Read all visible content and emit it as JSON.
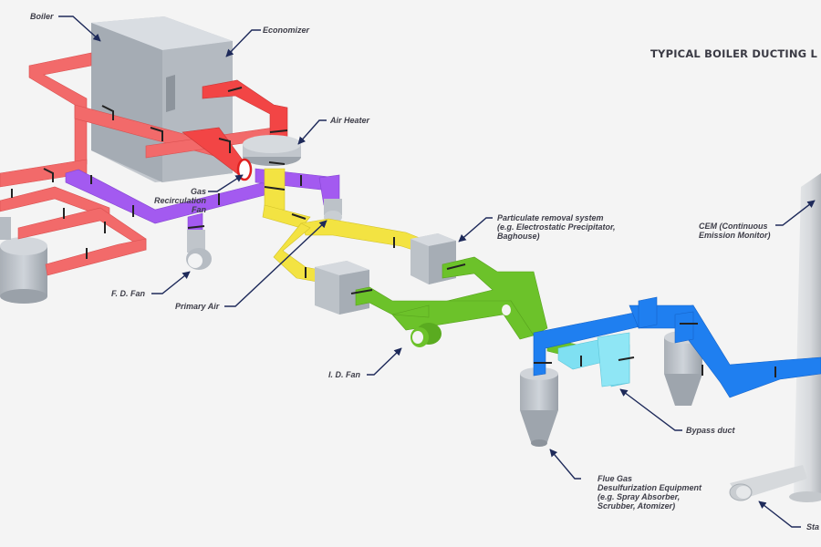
{
  "title": "TYPICAL BOILER DUCTING L",
  "colors": {
    "background": "#f4f4f4",
    "forced_air_duct": "#f26a6a",
    "economizer_outlet_duct": "#f24545",
    "recirculation_duct": "#a35af0",
    "primary_air_duct": "#f3e342",
    "flue_gas_duct": "#6cc22a",
    "scrubbed_gas_duct": "#1f7ff0",
    "bypass_duct": "#7fe0f2",
    "equipment": "#bfc5cc",
    "leader_line": "#1e2a5a",
    "label_text": "#3d3d48"
  },
  "labels": {
    "boiler": "Boiler",
    "economizer": "Economizer",
    "air_heater": "Air Heater",
    "gas_recirculation_fan": [
      "Gas",
      "Recirculation",
      "Fan"
    ],
    "fd_fan": "F. D. Fan",
    "primary_air": "Primary Air",
    "particulate_removal": [
      "Particulate removal system",
      "(e.g. Electrostatic Precipitator,",
      "Baghouse)"
    ],
    "id_fan": "I. D. Fan",
    "cem": [
      "CEM (Continuous",
      "Emission Monitor)"
    ],
    "bypass_duct": "Bypass duct",
    "fgd": [
      "Flue Gas",
      "Desulfurization Equipment",
      "(e.g. Spray Absorber,",
      "Scrubber, Atomizer)"
    ],
    "stack": "Sta"
  }
}
